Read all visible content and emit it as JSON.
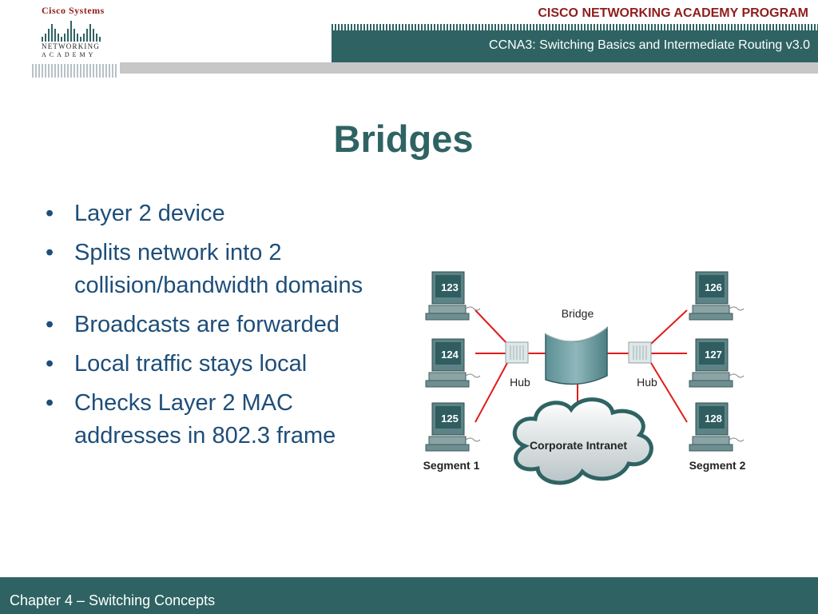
{
  "header": {
    "logo_company": "Cisco Systems",
    "logo_line1": "Networking",
    "logo_line2": "Academy",
    "program_title": "CISCO NETWORKING ACADEMY PROGRAM",
    "course_title": "CCNA3:  Switching Basics and Intermediate Routing v3.0"
  },
  "slide": {
    "title": "Bridges",
    "bullets": [
      "Layer 2 device",
      "Splits network into 2 collision/bandwidth domains",
      "Broadcasts are forwarded",
      "Local traffic stays local",
      "Checks Layer 2 MAC addresses in 802.3 frame"
    ]
  },
  "diagram": {
    "bridge_label": "Bridge",
    "hub_left_label": "Hub",
    "hub_right_label": "Hub",
    "cloud_label": "Corporate Intranet",
    "segment_left_label": "Segment 1",
    "segment_right_label": "Segment 2",
    "hosts_left": [
      "123",
      "124",
      "125"
    ],
    "hosts_right": [
      "126",
      "127",
      "128"
    ]
  },
  "footer": {
    "chapter": "Chapter 4 – Switching Concepts"
  },
  "colors": {
    "teal": "#2f6363",
    "brand_red": "#8f1d1d",
    "bullet_blue": "#1e4e79",
    "link_red": "#e31b1b"
  }
}
